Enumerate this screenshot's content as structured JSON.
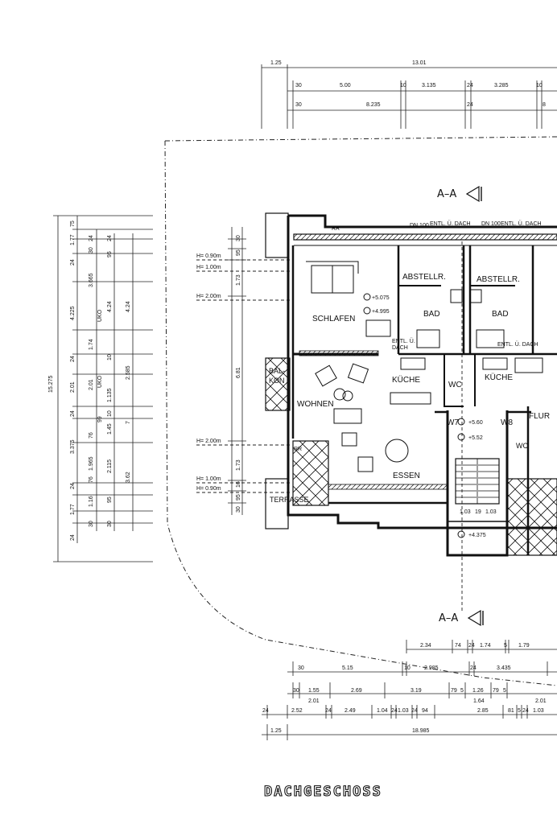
{
  "drawing": {
    "title": "DACHGESCHOSS",
    "section_marks": [
      "A–A",
      "A–A"
    ]
  },
  "rooms": {
    "schlafen": "SCHLAFEN",
    "abstell_1": "ABSTELLR.",
    "abstell_2": "ABSTELLR.",
    "bad_1": "BAD",
    "bad_2": "BAD",
    "kueche_1": "KÜCHE",
    "kueche_2": "KÜCHE",
    "wc_1": "WC",
    "wc_2": "WC",
    "balkon_1": "BAL-",
    "balkon_2": "KON",
    "wohnen": "WOHNEN",
    "essen": "ESSEN",
    "terrasse": "TERRASSE",
    "flur": "FLUR",
    "w7": "W7",
    "w8": "W8"
  },
  "levels": {
    "l1": "+5.075",
    "l2": "+4.995",
    "l3": "+5.60",
    "l4": "+5.52",
    "l5": "+4.375"
  },
  "heights": {
    "h1": "H= 0.90m",
    "h2": "H= 1.00m",
    "h3": "H= 2.00m",
    "h4": "H= 2.00m",
    "h5": "H= 1.00m",
    "h6": "H= 0.90m"
  },
  "notes": {
    "rr1": "RR",
    "rr2": "RR",
    "dn1": "DN 100",
    "dn2": "DN 100",
    "ent1a": "ENTL. Ü. DACH",
    "ent1b": "ENTL. Ü. DACH",
    "ent2a": "ENTL. Ü.",
    "ent2b": "DACH",
    "ent3": "ENTL. Ü. DACH",
    "st1": "1.03",
    "st2": "19",
    "st3": "1.03"
  },
  "dims_top": {
    "r1": [
      "1.25",
      "13.01"
    ],
    "r2": [
      "30",
      "5.00",
      "10",
      "3.135",
      "24",
      "3.285",
      "10"
    ],
    "r3": [
      "30",
      "8.235",
      "24",
      "8"
    ]
  },
  "dims_bottom": {
    "r1": [
      "2.34",
      "74",
      "24",
      "1.74",
      "5",
      "1.79"
    ],
    "r2": [
      "30",
      "5.15",
      "10",
      "2.985",
      "24",
      "3.435"
    ],
    "r3": [
      "30",
      "1.55",
      "2.69",
      "3.19",
      "79",
      "5",
      "1.26",
      "79",
      "5"
    ],
    "r3b": [
      "2.01",
      "1.64",
      "2.01"
    ],
    "r4": [
      "24",
      "2.52",
      "24",
      "2.49",
      "1.04",
      "24",
      "1.03",
      "24",
      "94",
      "2.85",
      "81",
      "5",
      "24",
      "1.03"
    ],
    "r5": [
      "1.25",
      "18.985"
    ]
  },
  "dims_left": {
    "total": "15.275",
    "c1": [
      "75",
      "1.77",
      "24",
      "3.665",
      "4.225",
      "24",
      "2.01",
      "24",
      "3.375",
      "24",
      "1.77",
      "24"
    ],
    "c2": [
      "24",
      "30",
      "95",
      "UKO",
      "1.74",
      "2.01",
      "UKO",
      "76",
      "99",
      "76",
      "1.965",
      "1.16",
      "30"
    ],
    "c3": [
      "24",
      "4.24",
      "10",
      "1.135",
      "10",
      "1.45",
      "2.115",
      "95",
      "30"
    ],
    "c4": [
      "4.24",
      "2.585",
      "7",
      "3.62"
    ]
  },
  "dims_inner": {
    "d1": "30",
    "d2": "95",
    "d3": "1.73",
    "d4": "6.81",
    "d5": "1.73",
    "d6": "16",
    "d7": "95",
    "d8": "30"
  }
}
